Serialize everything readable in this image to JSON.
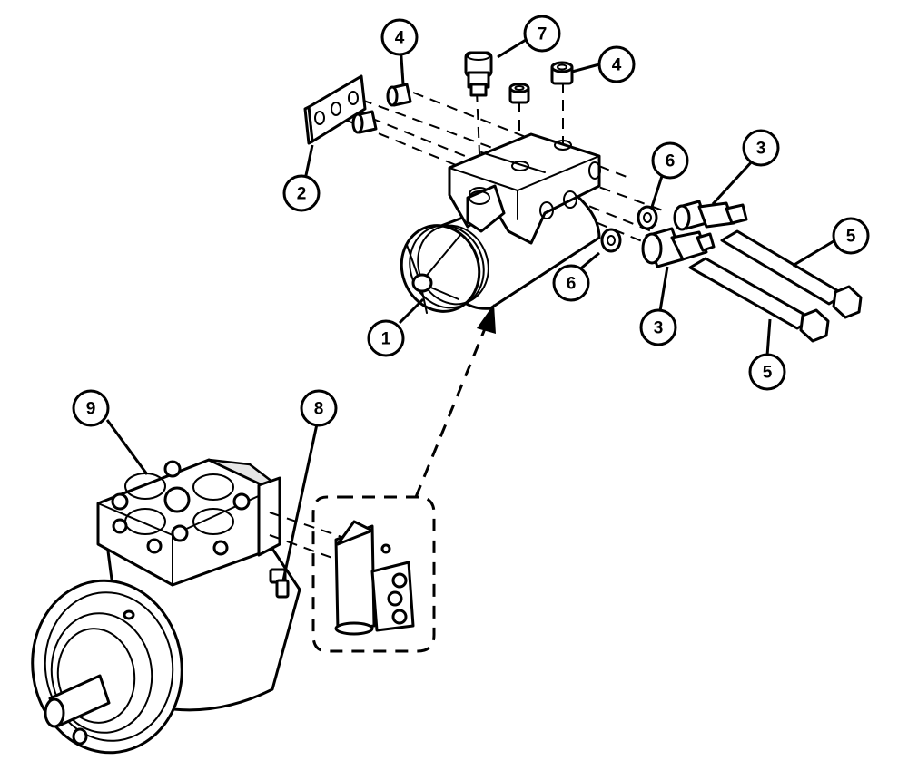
{
  "callouts": {
    "c1": "1",
    "c2": "2",
    "c3a": "3",
    "c3b": "3",
    "c4a": "4",
    "c4b": "4",
    "c5a": "5",
    "c5b": "5",
    "c6a": "6",
    "c6b": "6",
    "c7": "7",
    "c8": "8",
    "c9": "9"
  }
}
